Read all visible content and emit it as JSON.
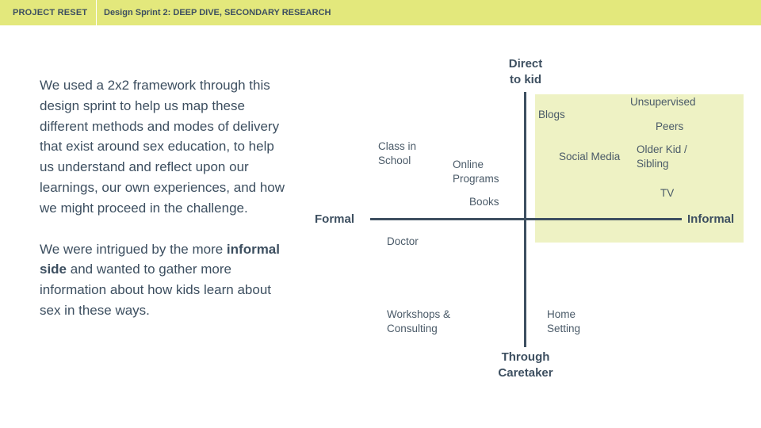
{
  "header": {
    "brand": "PROJECT RESET",
    "title": "Design Sprint 2: DEEP DIVE, SECONDARY RESEARCH"
  },
  "body": {
    "para1": "We used a 2x2 framework through this design sprint to help us map these different methods and modes of delivery that exist around sex education, to help us understand and reflect upon our learnings, our own experiences, and how we might proceed in the challenge.",
    "para2_before": "We were intrigued by the more ",
    "para2_bold": "informal side",
    "para2_after": " and wanted to gather more information about how kids learn about sex in these ways."
  },
  "framework": {
    "axes": {
      "top_line1": "Direct",
      "top_line2": "to kid",
      "bottom_line1": "Through",
      "bottom_line2": "Caretaker",
      "left": "Formal",
      "right": "Informal"
    },
    "items": {
      "class_in_school_1": "Class in",
      "class_in_school_2": "School",
      "online_programs_1": "Online",
      "online_programs_2": "Programs",
      "books": "Books",
      "doctor": "Doctor",
      "workshops_1": "Workshops &",
      "workshops_2": "Consulting",
      "home_setting_1": "Home",
      "home_setting_2": "Setting",
      "blogs": "Blogs",
      "unsupervised": "Unsupervised",
      "peers": "Peers",
      "social_media": "Social Media",
      "older_kid_1": "Older Kid /",
      "older_kid_2": "Sibling",
      "tv": "TV"
    },
    "highlight_color": "#eef2c4"
  },
  "colors": {
    "header_bg": "#e3e87c",
    "text": "#3d4f60"
  }
}
